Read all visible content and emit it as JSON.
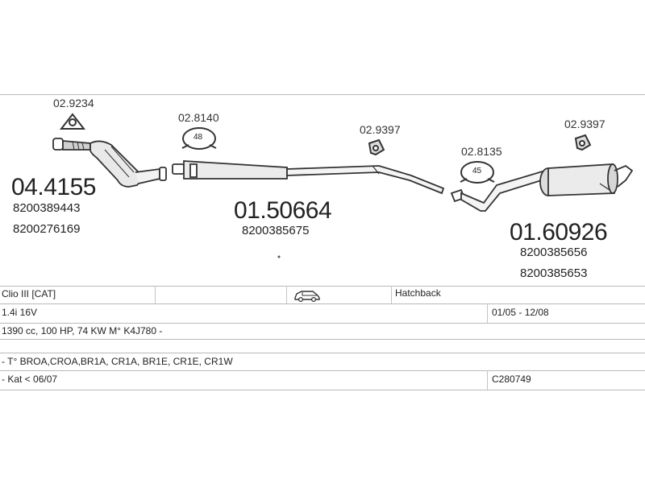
{
  "parts": [
    {
      "code": "02.9234",
      "desc": "gasket-triangle"
    },
    {
      "code": "04.4155",
      "oe": [
        "8200389443",
        "8200276169"
      ]
    },
    {
      "code": "02.8140",
      "clamp": "48"
    },
    {
      "code": "01.50664",
      "oe": [
        "8200385675"
      ]
    },
    {
      "code": "02.9397"
    },
    {
      "code": "02.8135",
      "clamp": "45"
    },
    {
      "code": "02.9397"
    },
    {
      "code": "01.60926",
      "oe": [
        "8200385656",
        "8200385653"
      ]
    }
  ],
  "table": {
    "model": "Clio III  [CAT]",
    "body_type": "Hatchback",
    "engine": "1.4i 16V",
    "period": "01/05 - 12/08",
    "spec": "1390 cc, 100 HP, 74 KW M° K4J780 -",
    "types": "- T° BROA,CROA,BR1A, CR1A, BR1E, CR1E, CR1W",
    "note": "- Kat < 06/07",
    "ref": "C280749"
  }
}
